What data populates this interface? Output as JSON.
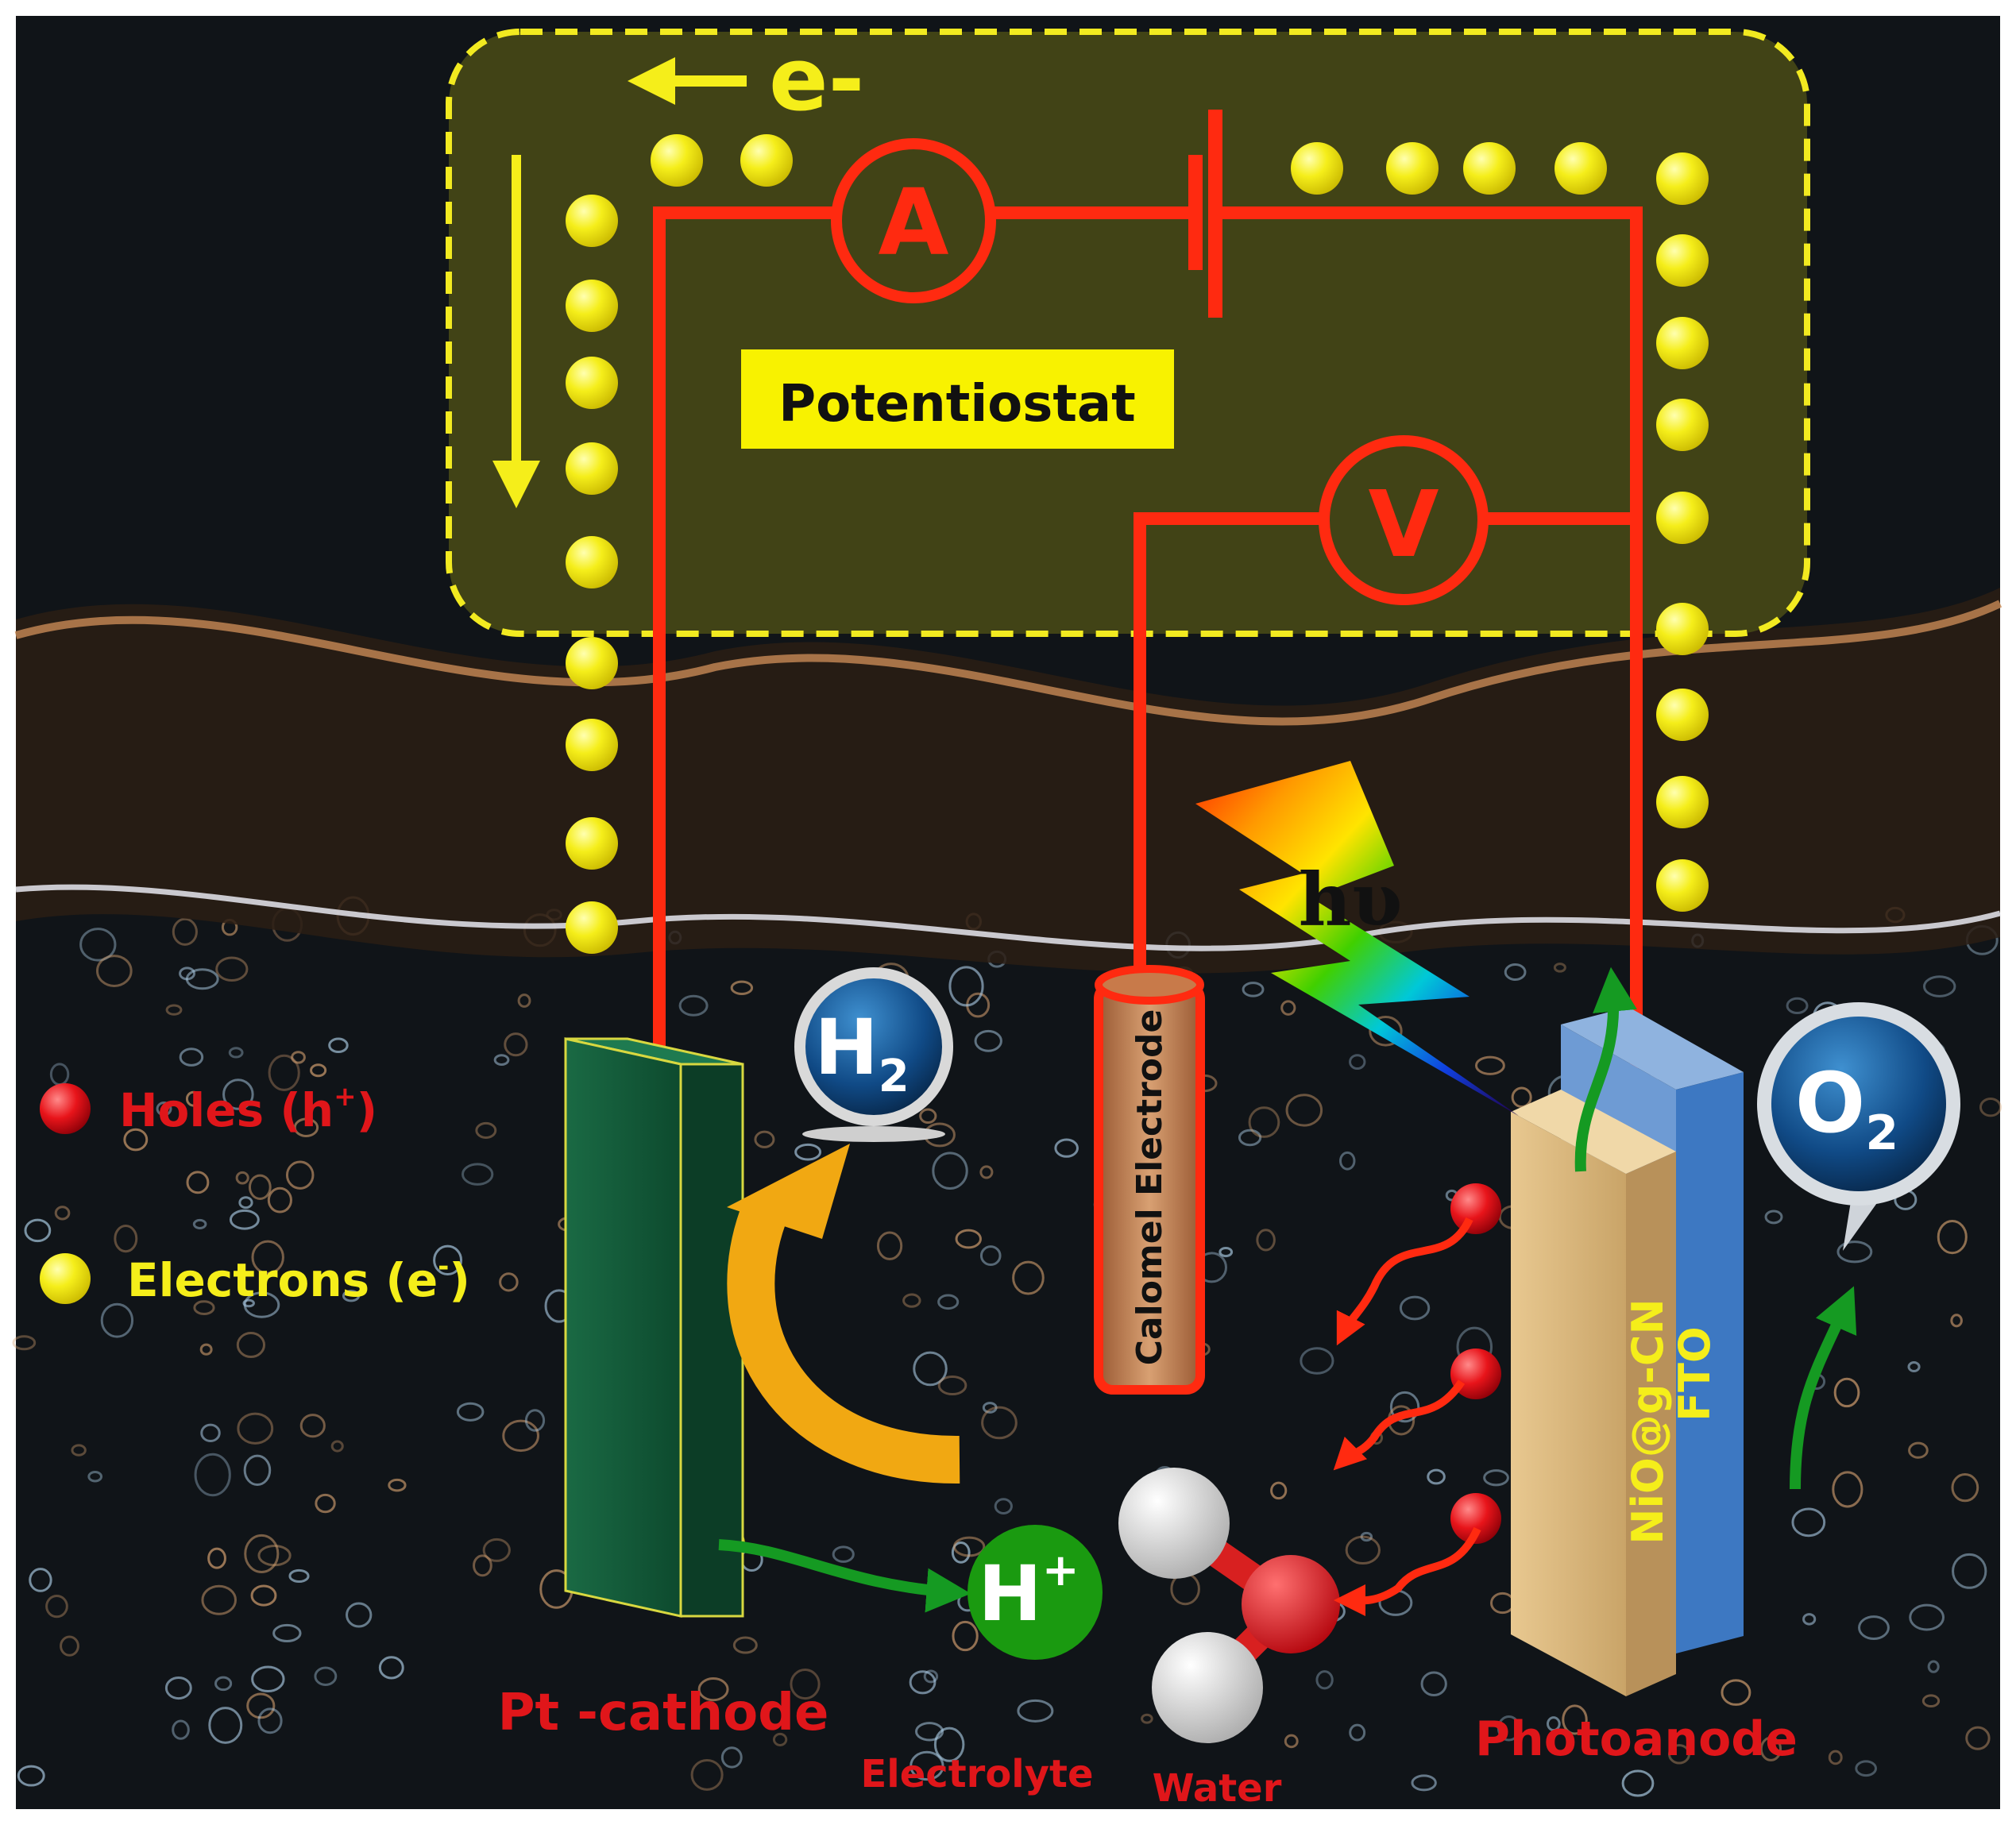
{
  "labels": {
    "electron_flow": "e-",
    "ammeter": "A",
    "voltmeter": "V",
    "potentiostat": "Potentiostat",
    "light": "hυ",
    "hydrogen": "H",
    "hydrogen_sub": "2",
    "oxygen": "O",
    "oxygen_sub": "2",
    "proton": "H",
    "proton_sup": "+",
    "calomel": "Calomel Electrode",
    "nio_layer": "NiO@g-CN",
    "fto_layer": "FTO",
    "cathode": "Pt -cathode",
    "electrolyte": "Electrolyte",
    "water": "Water",
    "photoanode": "Photoanode"
  },
  "legend": {
    "holes_text": "Holes (h",
    "holes_sup": "+",
    "holes_close": ")",
    "electrons_text": "Electrons (e",
    "electrons_sup": "-",
    "electrons_close": ")"
  },
  "colors": {
    "wire": "#ff2a10",
    "electron": "#f5ee1a",
    "hole": "#e8141a",
    "panel_border": "#f2ea20",
    "arrow_green": "#159a22",
    "arrow_orange": "#f1a812",
    "label_red": "#e0161a",
    "label_yellow": "#f5ee1a"
  }
}
